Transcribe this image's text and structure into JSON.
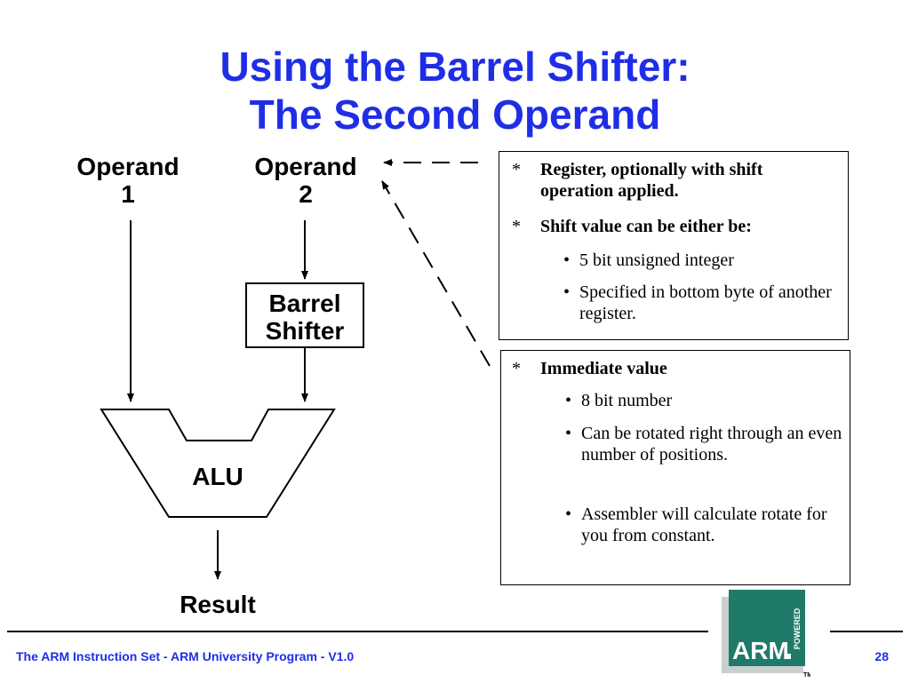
{
  "title": {
    "line1": "Using the Barrel Shifter:",
    "line2": "The Second Operand"
  },
  "diagram": {
    "operand1": {
      "line1": "Operand",
      "line2": "1"
    },
    "operand2": {
      "line1": "Operand",
      "line2": "2"
    },
    "barrel_shifter": {
      "line1": "Barrel",
      "line2": "Shifter"
    },
    "alu": "ALU",
    "result": "Result"
  },
  "register_box": {
    "star": "*",
    "heading": "Register, optionally with shift operation applied.",
    "star2": "*",
    "heading2": "Shift value can be either be:",
    "items": [
      "5 bit unsigned integer",
      "Specified in bottom byte of another register."
    ]
  },
  "immediate_box": {
    "star": "*",
    "heading": "Immediate value",
    "items": [
      "8 bit number",
      "Can be rotated right through an even number of positions.",
      "Assembler will calculate rotate for you from constant."
    ]
  },
  "footer": {
    "left": "The ARM Instruction Set - ARM University Program - V1.0",
    "page": "28"
  },
  "logo": {
    "text": "ARM",
    "vertical": "POWERED",
    "tm": "TM"
  },
  "colors": {
    "title": "#1f2ee6",
    "logo_green": "#1f7a6a"
  }
}
